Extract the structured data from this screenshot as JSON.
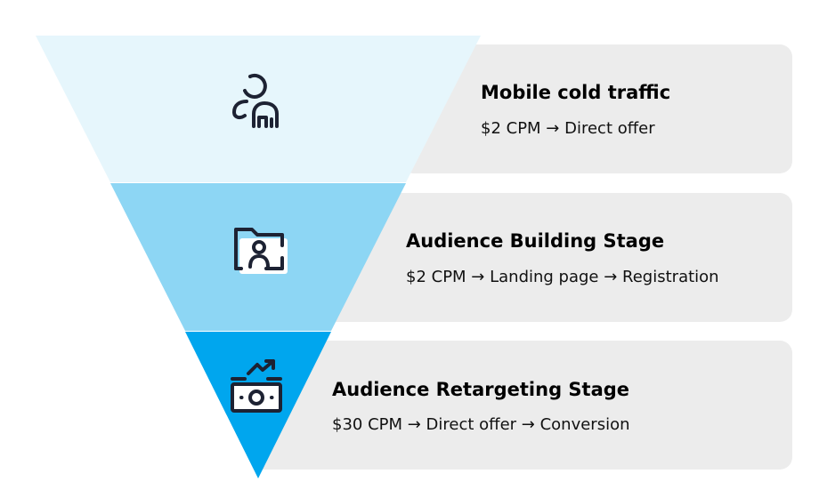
{
  "stages": [
    {
      "title": "Mobile cold traffic",
      "description": "$2 CPM → Direct offer",
      "icon": "person-icon",
      "color": "#e6f6fc"
    },
    {
      "title": "Audience Building Stage",
      "description": "$2 CPM → Landing page → Registration",
      "icon": "user-folder-icon",
      "color": "#8dd6f4"
    },
    {
      "title": "Audience Retargeting Stage",
      "description": "$30 CPM → Direct offer → Conversion",
      "icon": "money-growth-icon",
      "color": "#00a6ee"
    }
  ],
  "colors": {
    "card": "#ececec",
    "icon_stroke": "#1d2233"
  }
}
